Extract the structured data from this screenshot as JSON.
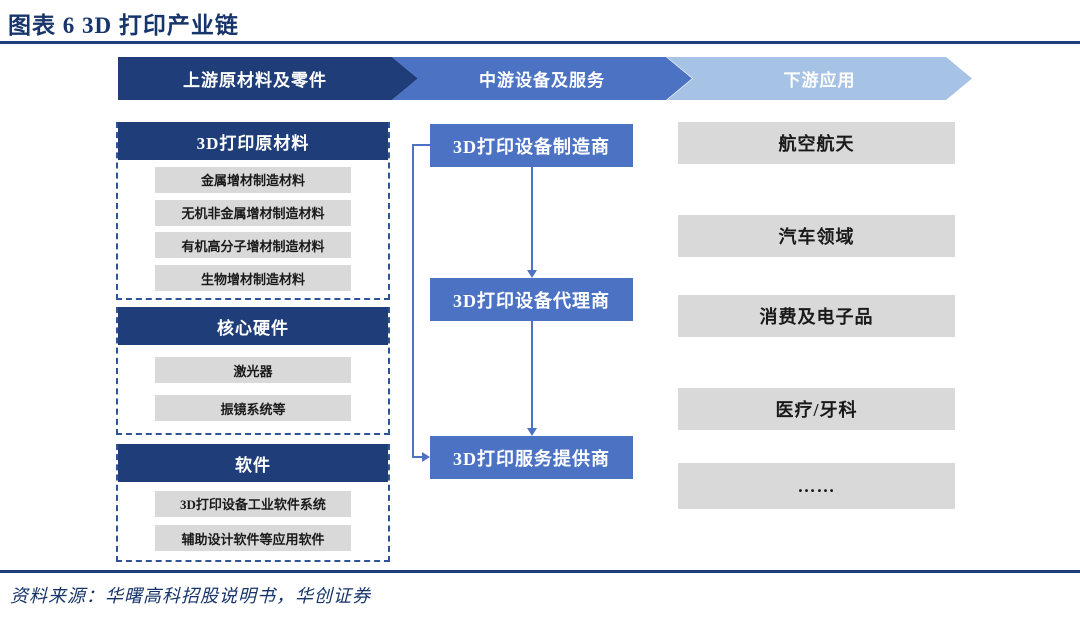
{
  "page": {
    "title": "图表 6  3D 打印产业链",
    "source": "资料来源：华曙高科招股说明书，华创证券"
  },
  "colors": {
    "navy": "#1F3E79",
    "title_navy": "#17356B",
    "mid_blue": "#4C72C4",
    "light_blue": "#A6C2E4",
    "gray_box": "#D9D9D9",
    "dashed_border": "#2F5496",
    "dark_text": "#1A1A1A"
  },
  "stages": [
    {
      "label": "上游原材料及零件"
    },
    {
      "label": "中游设备及服务"
    },
    {
      "label": "下游应用"
    }
  ],
  "upstream_groups": [
    {
      "header": "3D打印原材料",
      "items": [
        "金属增材制造材料",
        "无机非金属增材制造材料",
        "有机高分子增材制造材料",
        "生物增材制造材料"
      ]
    },
    {
      "header": "核心硬件",
      "items": [
        "激光器",
        "振镜系统等"
      ]
    },
    {
      "header": "软件",
      "items": [
        "3D打印设备工业软件系统",
        "辅助设计软件等应用软件"
      ]
    }
  ],
  "midstream_nodes": [
    "3D打印设备制造商",
    "3D打印设备代理商",
    "3D打印服务提供商"
  ],
  "downstream_nodes": [
    "航空航天",
    "汽车领域",
    "消费及电子品",
    "医疗/牙科",
    "……"
  ]
}
